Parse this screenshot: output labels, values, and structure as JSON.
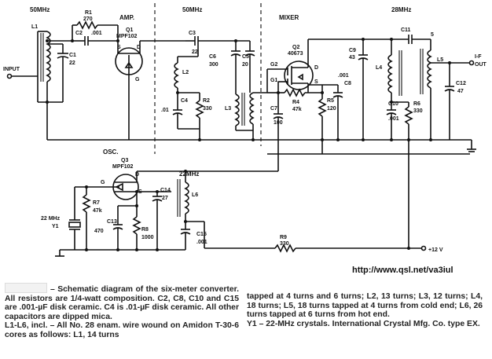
{
  "headers": {
    "amp_band": "50MHz",
    "amp": "AMP.",
    "mid_band": "50MHz",
    "mixer": "MIXER",
    "out_band": "28MHz",
    "osc": "OSC.",
    "osc_band": "22MHz",
    "crystal_band": "22 MHz"
  },
  "labels": {
    "input": "INPUT",
    "if_out_1": "I-F",
    "if_out_2": "OUT",
    "supply": "+12 V",
    "l1": "L1",
    "c1": "C1",
    "c1_val": "22",
    "r1": "R1",
    "r1_val": "270",
    "c2": "C2",
    "c2_val": ".001",
    "q1": "Q1",
    "q1_type": "MPF102",
    "q1_s": "S",
    "q1_d": "D",
    "q1_g": "G",
    "c3": "C3",
    "c3_val": "22",
    "l2": "L2",
    "c4": "C4",
    "c4_val": ".01",
    "r2": "R2",
    "r2_val": "330",
    "c6": "C6",
    "c6_val": "300",
    "c5": "C5",
    "c5_val": "20",
    "l3": "L3",
    "q2": "Q2",
    "q2_type": "40673",
    "q2_g2": "G2",
    "q2_g1": "G1",
    "q2_d": "D",
    "q2_s": "S",
    "c7": "C7",
    "c7_val": "100",
    "r4": "R4",
    "r4_val": "47k",
    "r5": "R5",
    "r5_val": "120",
    "c8": "C8",
    "c8_val": ".001",
    "c9": "C9",
    "c9_val": "43",
    "c11": "C11",
    "c11_val": "5",
    "l4": "L4",
    "l5": "L5",
    "c10": "C10",
    "c10_val": ".001",
    "r6": "R6",
    "r6_val": "330",
    "c12": "C12",
    "c12_val": "47",
    "q3": "Q3",
    "q3_type": "MPF102",
    "q3_g": "G",
    "q3_d": "D",
    "q3_s": "S",
    "r7": "R7",
    "r7_val": "47k",
    "y1": "Y1",
    "c13": "C13",
    "c13_val": "470",
    "r8": "R8",
    "r8_val": "1000",
    "c14": "C14",
    "c14_val": "27",
    "l6": "L6",
    "c15": "C15",
    "c15_val": ".001",
    "r9": "R9",
    "r9_val": "330"
  },
  "watermark": "http://www.qsl.net/va3iul",
  "caption": {
    "p1": "– Schematic diagram of the six-meter converter. All resistors are 1/4-watt composition. C2, C8, C10 and C15 are .001-µF disk ceramic. C4 is .01-µF disk ceramic. All other capacitors are dipped mica.",
    "p2": "L1-L6, incl. – All No. 28 enam. wire wound on Amidon T-30-6 cores as follows: L1, 14 turns",
    "p3": "tapped at 4 turns and 6 turns; L2, 13 turns; L3, 12 turns; L4, 18 turns; L5, 18 turns tapped at 4 turns from cold end; L6, 26 turns tapped at 6 turns from hot end.",
    "p4": "Y1 – 22-MHz crystals. International Crystal Mfg. Co. type EX."
  }
}
